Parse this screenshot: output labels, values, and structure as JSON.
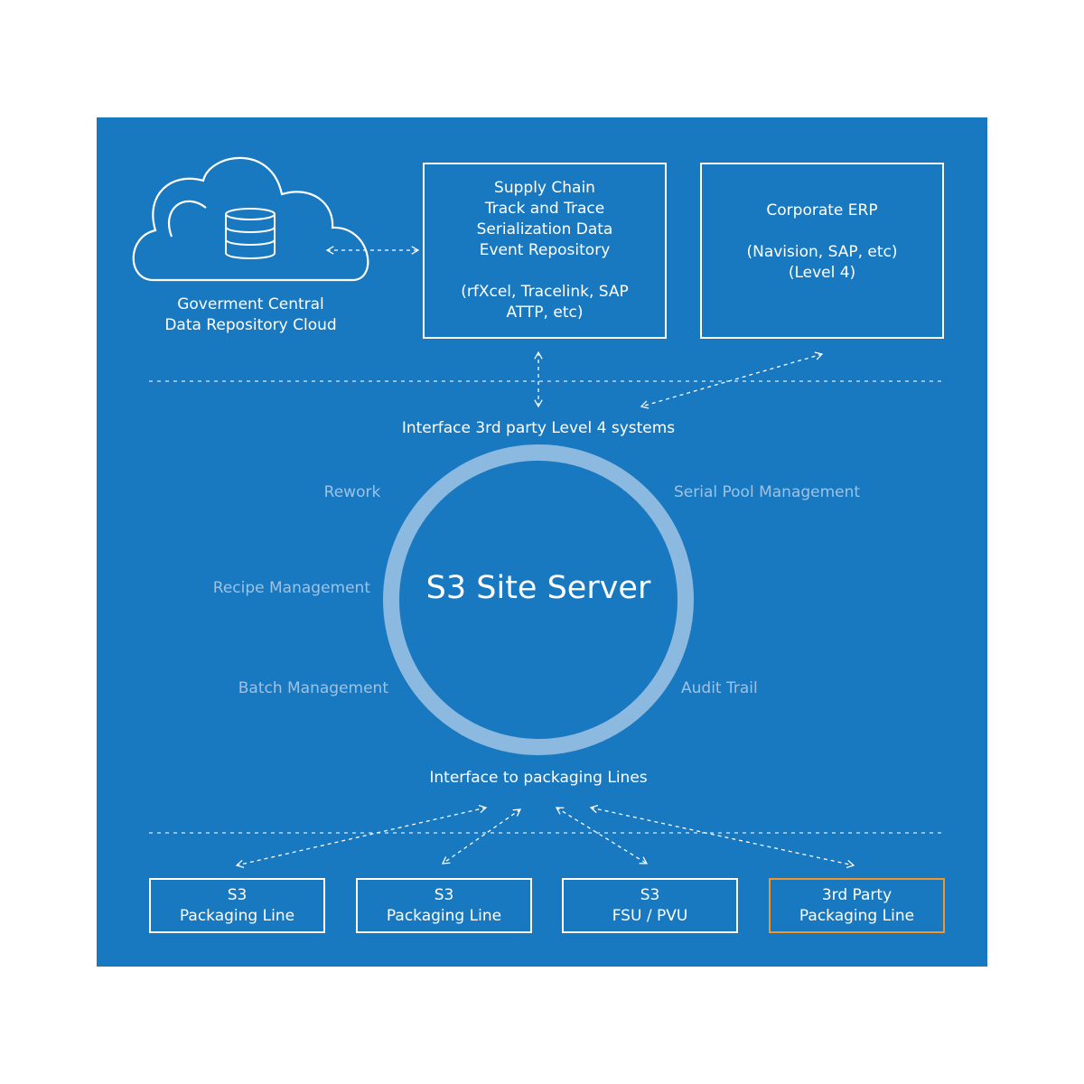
{
  "colors": {
    "background": "#1878c0",
    "ring": "#8bb9df",
    "highlight": "#f0962a",
    "muted_text": "#9cc3e6"
  },
  "cloud": {
    "label_line1": "Goverment Central",
    "label_line2": "Data Repository Cloud",
    "icon": "cloud-database-icon"
  },
  "supply_chain": {
    "text": "Supply Chain\nTrack and Trace\nSerialization Data\nEvent Repository\n\n(rfXcel, Tracelink, SAP\nATTP, etc)"
  },
  "erp": {
    "text": "Corporate ERP\n\n(Navision, SAP, etc)\n(Level 4)"
  },
  "interface_top": "Interface 3rd party Level 4 systems",
  "server": {
    "title": "S3 Site Server"
  },
  "features": {
    "rework": "Rework",
    "serial_pool": "Serial Pool Management",
    "recipe": "Recipe Management",
    "batch": "Batch Management",
    "audit": "Audit Trail"
  },
  "interface_bottom": "Interface to packaging Lines",
  "lines": [
    {
      "line1": "S3",
      "line2": "Packaging Line"
    },
    {
      "line1": "S3",
      "line2": "Packaging Line"
    },
    {
      "line1": "S3",
      "line2": "FSU / PVU"
    },
    {
      "line1": "3rd Party",
      "line2": "Packaging Line"
    }
  ]
}
